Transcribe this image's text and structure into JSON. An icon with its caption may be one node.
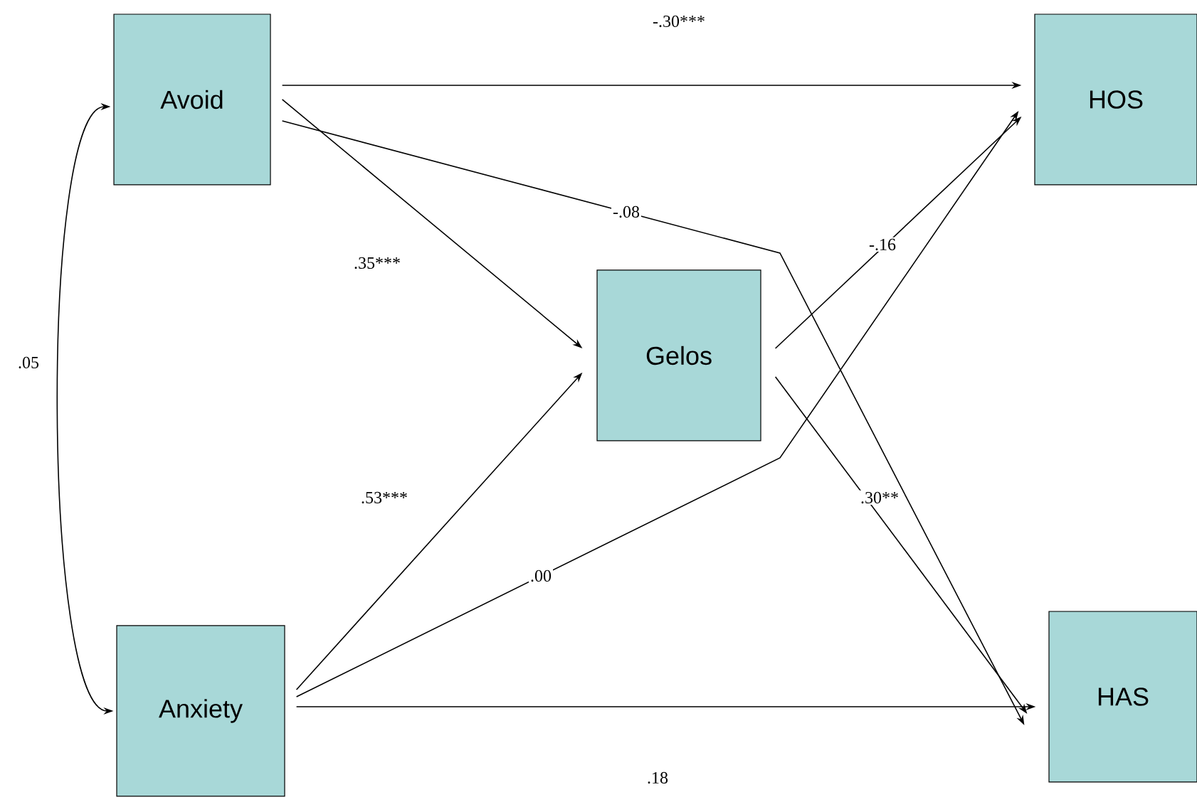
{
  "diagram": {
    "nodes": [
      {
        "text": [
          "Avoid"
        ]
      },
      {
        "text": [
          "HOS"
        ]
      },
      {
        "text": [
          "Gelos"
        ]
      },
      {
        "text": [
          "Anxiety"
        ]
      },
      {
        "text": [
          "HAS"
        ]
      }
    ],
    "edges": [
      {
        "from": 0,
        "to": 3,
        "arrow": "both",
        "label": ".05"
      },
      {
        "from": 0,
        "to": 1,
        "arrow": "to",
        "label": "-.30***"
      },
      {
        "from": 0,
        "to": 2,
        "arrow": "to",
        "label": ".35***"
      },
      {
        "from": 0,
        "to": 4,
        "arrow": "to",
        "label": "-.08"
      },
      {
        "from": 3,
        "to": 2,
        "arrow": "to",
        "label": ".53***"
      },
      {
        "from": 3,
        "to": 1,
        "arrow": "to",
        "label": ".00"
      },
      {
        "from": 3,
        "to": 4,
        "arrow": "to",
        "label": ".18"
      },
      {
        "from": 2,
        "to": 1,
        "arrow": "to",
        "label": "-.16"
      },
      {
        "from": 2,
        "to": 4,
        "arrow": "to",
        "label": ".30**"
      }
    ]
  }
}
